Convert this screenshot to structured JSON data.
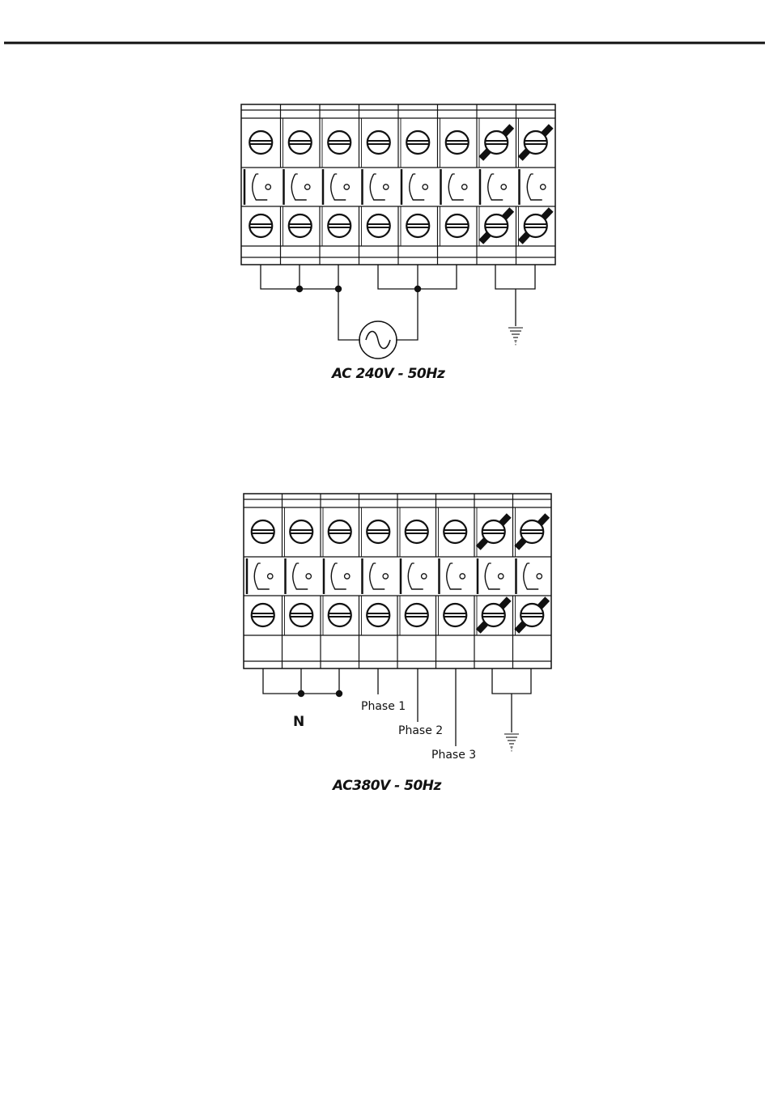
{
  "diagram_240": {
    "terminal_count": 8,
    "earth_terminals": [
      7,
      8
    ],
    "caption": "AC 240V - 50Hz",
    "icons": {
      "source": "ac-source-icon",
      "ground": "ground-icon"
    }
  },
  "diagram_380": {
    "terminal_count": 8,
    "earth_terminals": [
      7,
      8
    ],
    "caption": "AC380V - 50Hz",
    "neutral_label": "N",
    "phase_labels": [
      "Phase 1",
      "Phase 2",
      "Phase 3"
    ],
    "icons": {
      "ground": "ground-icon"
    }
  }
}
